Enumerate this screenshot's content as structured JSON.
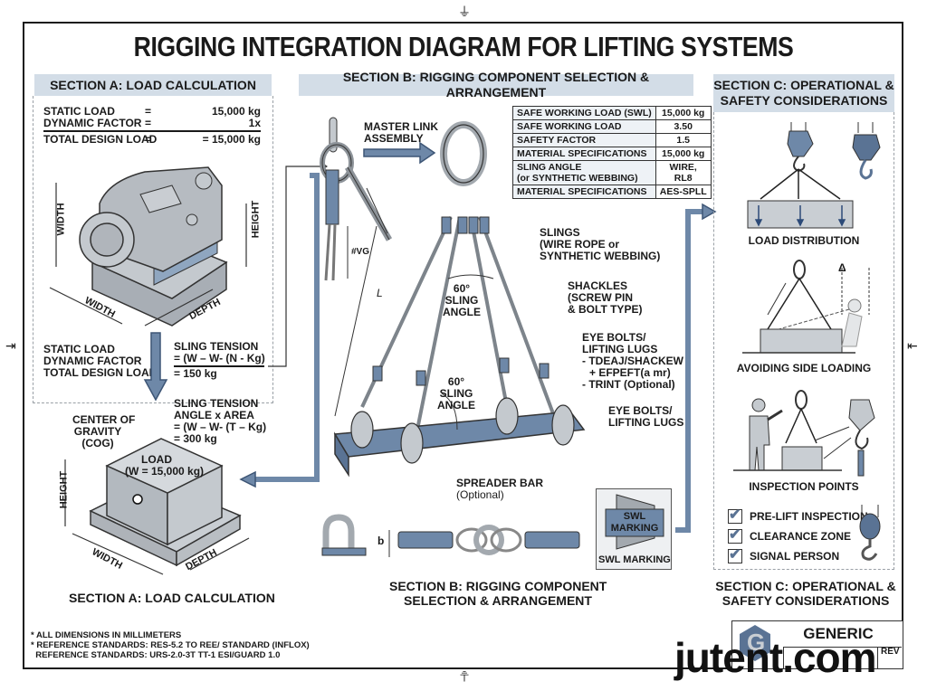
{
  "title": "RIGGING INTEGRATION DIAGRAM FOR LIFTING SYSTEMS",
  "section_a": {
    "header": "SECTION A: LOAD CALCULATION",
    "calc": [
      {
        "label": "STATIC LOAD",
        "op": "=",
        "value": "15,000 kg"
      },
      {
        "label": "DYNAMIC FACTOR",
        "op": "=",
        "value": "1x"
      },
      {
        "label": "TOTAL DESIGN LOAD",
        "op": "=",
        "value": "= 15,000 kg"
      }
    ],
    "machine_dims": {
      "width_left": "WIDTH",
      "height": "HEIGHT",
      "width_bottom": "WIDTH",
      "depth": "DEPTH"
    },
    "summary_labels": [
      "STATIC LOAD",
      "DYNAMIC FACTOR",
      "TOTAL DESIGN LOAD"
    ],
    "sling_tension_1": {
      "title": "SLING TENSION",
      "formula": "= (W – W- (N - Kg)",
      "result": "= 150 kg"
    },
    "sling_tension_2": {
      "title": "SLING TENSION",
      "line2": "ANGLE x AREA",
      "formula": "= (W – W- (T – Kg)",
      "result": "= 300 kg"
    },
    "cog_label": [
      "CENTER OF",
      "GRAVITY",
      "(COG)"
    ],
    "load_label": [
      "LOAD",
      "(W = 15,000 kg)"
    ],
    "block_dims": {
      "height": "HEIGHT",
      "width": "WIDTH",
      "depth": "DEPTH"
    },
    "caption": "SECTION A: LOAD CALCULATION"
  },
  "section_b": {
    "header": "SECTION B: RIGGING COMPONENT SELECTION & ARRANGEMENT",
    "master_link_label": [
      "MASTER LINK",
      "ASSEMBLY"
    ],
    "sling_dim_label": "#VG",
    "length_label": "L",
    "spec_table": [
      {
        "label": "SAFE WORKING LOAD (SWL)",
        "value": "15,000 kg"
      },
      {
        "label": "SAFE WORKING LOAD",
        "value": "3.50"
      },
      {
        "label": "SAFETY FACTOR",
        "value": "1.5"
      },
      {
        "label": "MATERIAL SPECIFICATIONS",
        "value": "15,000 kg"
      },
      {
        "label": "SLING ANGLE\n(or SYNTHETIC WEBBING)",
        "value": "WIRE,\nRL8"
      },
      {
        "label": "MATERIAL SPECIFICATIONS",
        "value": "AES-SPLL"
      }
    ],
    "callouts": {
      "slings": [
        "SLINGS",
        "(WIRE ROPE or",
        "SYNTHETIC WEBBING)"
      ],
      "shackles": [
        "SHACKLES",
        "(SCREW PIN",
        "& BOLT TYPE)"
      ],
      "eye_bolts_1": [
        "EYE BOLTS/",
        "LIFTING LUGS",
        "- TDEAJ/SHACKEW",
        "+ EFPEFT(a mr)",
        "- TRINT (Optional)"
      ],
      "eye_bolts_2": [
        "EYE BOLTS/",
        "LIFTING LUGS"
      ],
      "angle_top": [
        "60°",
        "SLING",
        "ANGLE"
      ],
      "angle_bottom": [
        "60°",
        "SLING",
        "ANGLE"
      ],
      "spreader": [
        "SPREADER BAR",
        "(Optional)"
      ]
    },
    "b_dim": "b",
    "swl_marking_inner": [
      "SWL",
      "MARKING"
    ],
    "swl_marking_caption": "SWL MARKING",
    "caption": [
      "SECTION B: RIGGING COMPONENT",
      "SELECTION & ARRANGEMENT"
    ]
  },
  "section_c": {
    "header": [
      "SECTION C: OPERATIONAL &",
      "SAFETY CONSIDERATIONS"
    ],
    "labels": {
      "load_distribution": "LOAD DISTRIBUTION",
      "side_loading": "AVOIDING SIDE LOADING",
      "inspection": "INSPECTION POINTS",
      "delta": "Δ"
    },
    "checklist": [
      {
        "label": "PRE-LIFT INSPECTION",
        "checked": true
      },
      {
        "label": "CLEARANCE ZONE",
        "checked": true
      },
      {
        "label": "SIGNAL PERSON",
        "checked": true
      }
    ],
    "caption": [
      "SECTION C: OPERATIONAL &",
      "SAFETY CONSIDERATIONS"
    ]
  },
  "footer": {
    "notes": [
      "* ALL DIMENSIONS IN MILLIMETERS",
      "* REFERENCE STANDARDS: RES-5.2 TO REE/ STANDARD (INFLOX)",
      "  REFERENCE STANDARDS: URS-2.0-3T TT-1 ESI/GUARD 1.0"
    ],
    "titleblock_name": "GENERIC",
    "titleblock_rev": "REV",
    "logo_letter": "G"
  },
  "watermark": "jutent.com",
  "colors": {
    "accent_blue": "#6e88a8",
    "header_bg": "#d3dde7",
    "steel": "#b9bec4",
    "dark": "#1a1a1a"
  }
}
